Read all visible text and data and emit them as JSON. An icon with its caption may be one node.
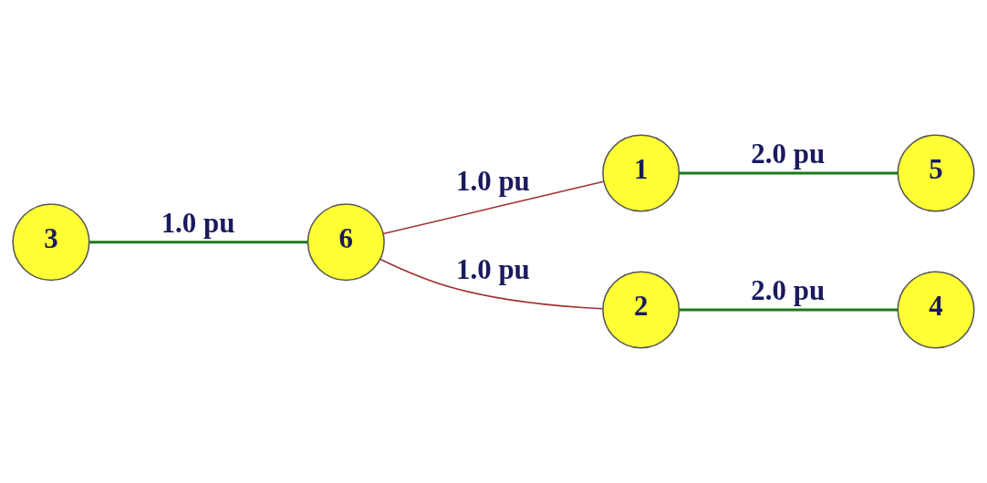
{
  "diagram": {
    "nodes": [
      {
        "text": [
          "1"
        ]
      },
      {
        "text": [
          "5"
        ]
      },
      {
        "text": [
          "3"
        ]
      },
      {
        "text": [
          "6"
        ]
      },
      {
        "text": [
          "2"
        ]
      },
      {
        "text": [
          "4"
        ]
      }
    ],
    "edges": [
      {
        "from": 0,
        "to": 1,
        "arrow": "none",
        "label": "2.0 pu"
      },
      {
        "from": 3,
        "to": 0,
        "arrow": "none",
        "label": "1.0 pu",
        "color": "#a03030"
      },
      {
        "from": 2,
        "to": 3,
        "arrow": "none",
        "label": "1.0 pu"
      },
      {
        "from": 3,
        "to": 4,
        "arrow": "none",
        "label": "1.0 pu",
        "color": "#a03030"
      },
      {
        "from": 4,
        "to": 5,
        "arrow": "none",
        "label": "2.0 pu"
      }
    ]
  }
}
